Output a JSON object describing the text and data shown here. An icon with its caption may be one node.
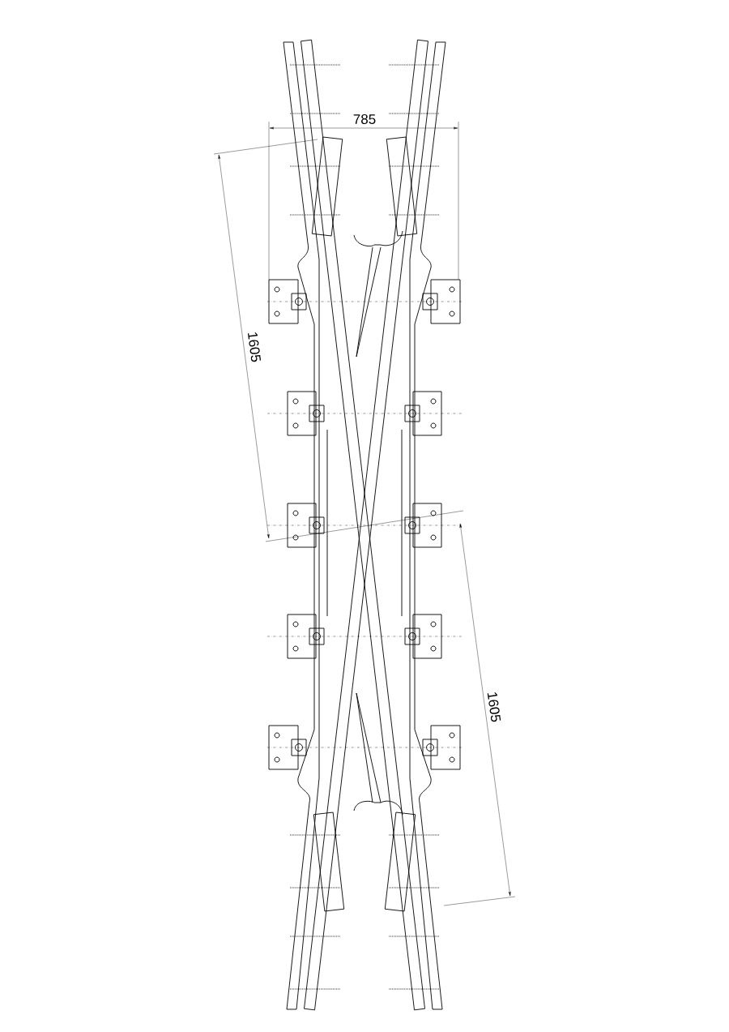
{
  "diagram": {
    "labels": [
      "785",
      "1605",
      "1605"
    ]
  }
}
